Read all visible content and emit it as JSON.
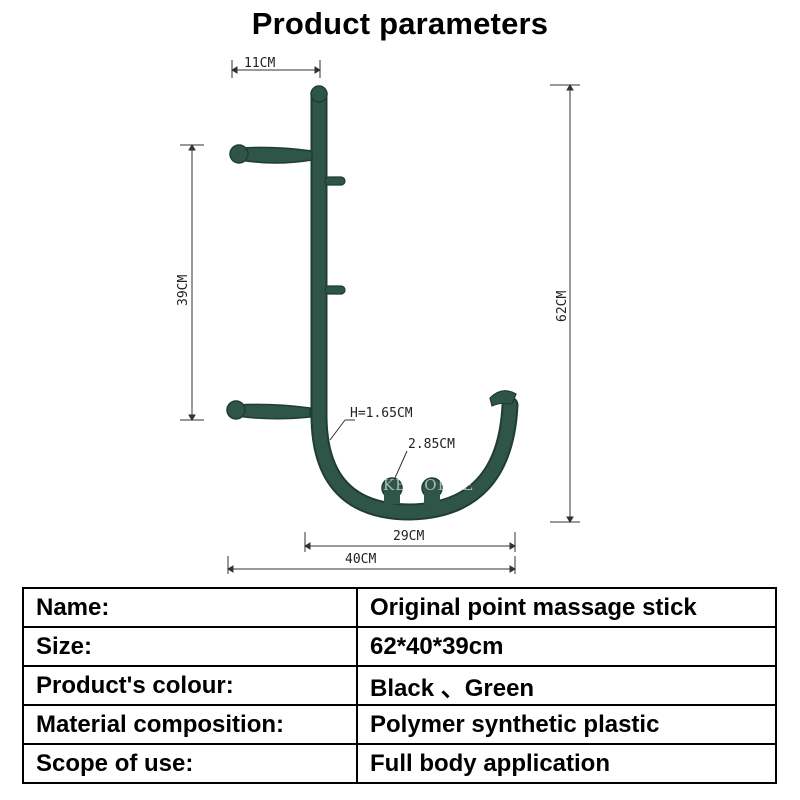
{
  "title": "Product parameters",
  "product_color": "#2f5548",
  "dimensions": {
    "width_top": "11CM",
    "height_left": "39CM",
    "height_total": "62CM",
    "thickness": "H=1.65CM",
    "knob": "2.85CM",
    "hook_width": "29CM",
    "total_width": "40CM"
  },
  "watermark": "MIKE FORCE",
  "specs": [
    {
      "label": "Name:",
      "value": "Original point massage stick"
    },
    {
      "label": "Size:",
      "value": "62*40*39cm"
    },
    {
      "label": "Product's colour:",
      "value": "Black 、Green"
    },
    {
      "label": "Material composition:",
      "value": "Polymer synthetic plastic"
    },
    {
      "label": "Scope of use:",
      "value": "Full body application"
    }
  ]
}
